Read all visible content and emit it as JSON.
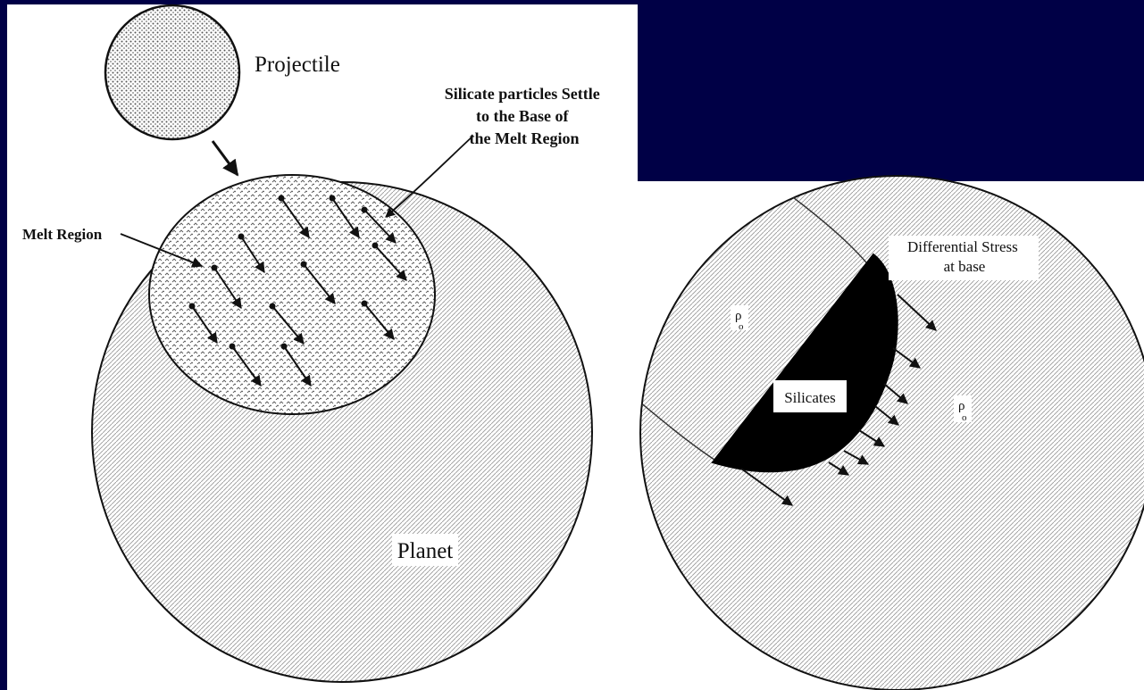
{
  "colors": {
    "slide_background": "#000046",
    "paper": "#ffffff",
    "ink": "#111111",
    "silicates_fill": "#000000"
  },
  "left_panel": {
    "projectile_label": "Projectile",
    "silicate_label_lines": [
      "Silicate particles Settle",
      "to the Base of",
      "the Melt Region"
    ],
    "melt_region_label": "Melt Region",
    "planet_label": "Planet"
  },
  "right_panel": {
    "differential_stress_lines": [
      "Differential Stress",
      "at base"
    ],
    "silicates_label": "Silicates",
    "density_label_left": {
      "symbol": "ρ",
      "subscript": "o"
    },
    "density_label_right": {
      "symbol": "ρ",
      "subscript": "o"
    }
  }
}
